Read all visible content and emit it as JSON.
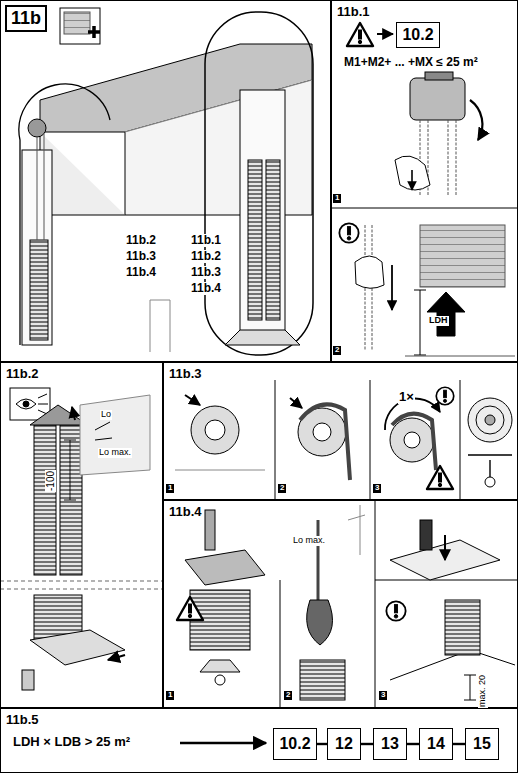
{
  "diagram": {
    "nodes": [
      {
        "text": [
          "11b"
        ]
      },
      {
        "text": [
          "11b.1"
        ]
      },
      {
        "text": [
          "10.2"
        ],
        "in": 1
      },
      {
        "text": [
          "11b.2"
        ]
      },
      {
        "text": [
          "11b.3"
        ]
      },
      {
        "text": [
          "11b.4"
        ]
      },
      {
        "text": [
          "11b.5"
        ]
      },
      {
        "text": [
          "10.2"
        ],
        "in": 6
      },
      {
        "text": [
          "12"
        ],
        "in": 6
      },
      {
        "text": [
          "13"
        ],
        "in": 6
      },
      {
        "text": [
          "14"
        ],
        "in": 6
      },
      {
        "text": [
          "15"
        ],
        "in": 6
      }
    ],
    "edges": [
      {
        "from": 7,
        "to": 8,
        "arrow": "none"
      },
      {
        "from": 8,
        "to": 9,
        "arrow": "none"
      },
      {
        "from": 9,
        "to": 10,
        "arrow": "none"
      },
      {
        "from": 10,
        "to": 11,
        "arrow": "none"
      }
    ],
    "labels": [
      "11b.2",
      "11b.3",
      "11b.4",
      "11b.1",
      "11b.2",
      "11b.3",
      "11b.4",
      "M1+M2+ ... +MX ≤ 25 m²",
      "1",
      "2",
      "LDH",
      "Lo",
      "Lo max.",
      "-100",
      "1",
      "2",
      "3",
      "1×",
      "Lo max.",
      "1",
      "2",
      "3",
      "max. 20",
      "LDH × LDB > 25 m²"
    ]
  }
}
